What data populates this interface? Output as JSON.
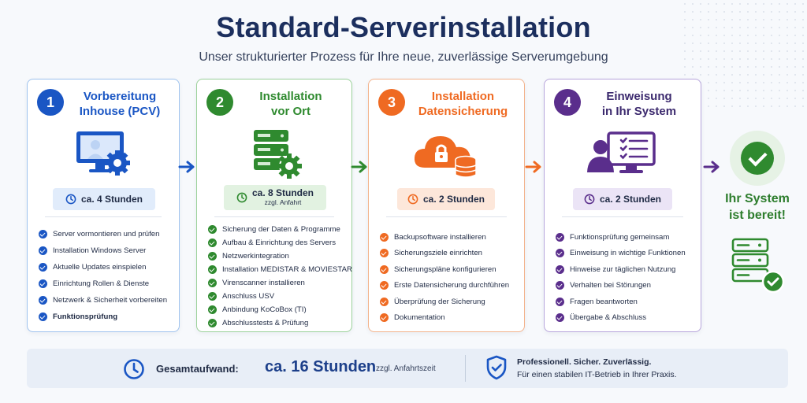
{
  "header": {
    "title": "Standard-Serverinstallation",
    "subtitle": "Unser strukturierter Prozess für Ihre neue, zuverlässige Serverumgebung"
  },
  "colors": {
    "blue": "#1a56c4",
    "green": "#2f8a2f",
    "orange": "#ef6a22",
    "purple": "#5a2e8c",
    "navy": "#1c2f5e"
  },
  "steps": [
    {
      "number": "1",
      "title_line1": "Vorbereitung",
      "title_line2": "Inhouse (PCV)",
      "icon": "monitor-gear-icon",
      "duration": "ca. 4 Stunden",
      "duration_sub": "",
      "items": [
        "Server vormontieren und prüfen",
        "Installation Windows Server",
        "Aktuelle Updates einspielen",
        "Einrichtung Rollen & Dienste",
        "Netzwerk & Sicherheit vorbereiten",
        "Funktionsprüfung"
      ]
    },
    {
      "number": "2",
      "title_line1": "Installation",
      "title_line2": "vor Ort",
      "icon": "server-gear-icon",
      "duration": "ca. 8 Stunden",
      "duration_sub": "zzgl. Anfahrt",
      "items": [
        "Sicherung der Daten & Programme",
        "Aufbau & Einrichtung des Servers",
        "Netzwerkintegration",
        "Installation MEDISTAR & MOVIESTAR",
        "Virenscanner installieren",
        "Anschluss USV",
        "Anbindung KoCoBox (TI)",
        "Abschlusstests & Prüfung"
      ]
    },
    {
      "number": "3",
      "title_line1": "Installation",
      "title_line2": "Datensicherung",
      "icon": "cloud-lock-database-icon",
      "duration": "ca. 2 Stunden",
      "duration_sub": "",
      "items": [
        "Backupsoftware installieren",
        "Sicherungsziele einrichten",
        "Sicherungspläne konfigurieren",
        "Erste Datensicherung durchführen",
        "Überprüfung der Sicherung",
        "Dokumentation"
      ]
    },
    {
      "number": "4",
      "title_line1": "Einweisung",
      "title_line2": "in Ihr System",
      "icon": "user-checklist-monitor-icon",
      "duration": "ca. 2 Stunden",
      "duration_sub": "",
      "items": [
        "Funktionsprüfung gemeinsam",
        "Einweisung in wichtige Funktionen",
        "Hinweise zur täglichen Nutzung",
        "Verhalten bei Störungen",
        "Fragen beantworten",
        "Übergabe & Abschluss"
      ]
    }
  ],
  "final": {
    "line1": "Ihr System",
    "line2": "ist bereit!"
  },
  "footer": {
    "label": "Gesamtaufwand:",
    "value": "ca. 16 Stunden",
    "extra": "zzgl. Anfahrtszeit",
    "tagline": "Professionell. Sicher. Zuverlässig.",
    "tagline_sub": "Für einen stabilen IT-Betrieb in Ihrer Praxis."
  }
}
